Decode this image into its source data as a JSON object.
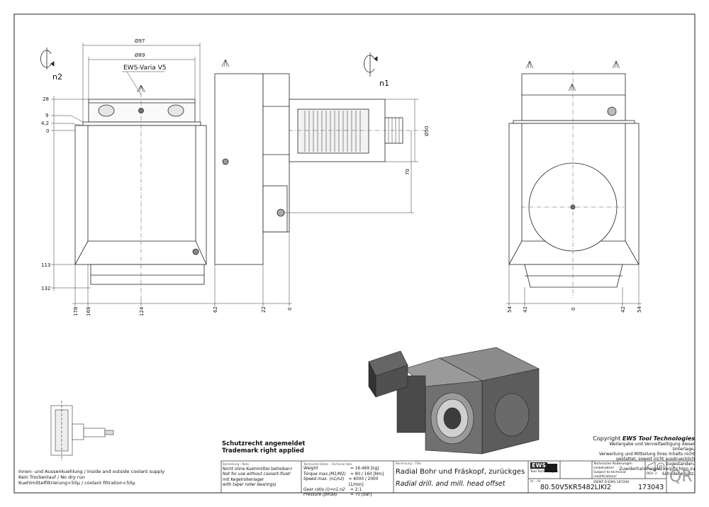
{
  "views": {
    "left_rotation_label": "n2",
    "right_rotation_label": "n1",
    "varia_label": "EWS-Varia V5"
  },
  "dims": {
    "dia97": "Ø97",
    "dia89": "Ø89",
    "dia50": "Ø50",
    "d70": "70",
    "left_v": [
      "28",
      "9",
      "4,2",
      "0",
      "113",
      "132"
    ],
    "bottom_left": [
      "178",
      "169",
      "124",
      "62",
      "22",
      "0"
    ],
    "bottom_right": [
      "54",
      "42",
      "0",
      "42",
      "54"
    ]
  },
  "notes": {
    "coolant": [
      "Innen- und Aussenkuehlung / Inside and outside coolant supply",
      "Kein Trockenlauf / No dry run",
      "Kuehlmittelfiltrierung<50µ / coolant filtration<50µ"
    ],
    "protection_de": "Schutzrecht angemeldet",
    "protection_en": "Trademark right applied"
  },
  "copyright": {
    "title_prefix": "Copyright ",
    "title_brand": "EWS Tool Technologies",
    "lines": [
      "Weitergabe und Vervielfaeltigung dieser Unterlage,",
      "Verwertung und Mitteilung ihres Inhalts nicht",
      "gestattet, soweit nicht ausdruecklich zugestanden.",
      "Zuwiderhandlungen verpflichten zu Schadenersatz."
    ]
  },
  "titleblock": {
    "remark_head": "Bemerkung – Note",
    "remarks": [
      "Nicht ohne Kuehlmittel betreiben!",
      "Not for use without coolant-fluid!",
      "mit Kegelrollenlager",
      "with taper roller bearings)"
    ],
    "tech_head": "Technische Daten – Technical data",
    "tech": [
      {
        "label": "Weight",
        "value": "= 16.469 [kg]"
      },
      {
        "label": "Torque max.(M1/M2)",
        "value": "= 80 / 160 [Nm]"
      },
      {
        "label": "Speed max. (n1/n2)",
        "value": "= 4000 / 2000 [1/min]"
      },
      {
        "label": "Gear ratio  (i)=n1:n2",
        "value": "= 2:1"
      },
      {
        "label": "Pressure    (pmax)",
        "value": "= 70 [bar]"
      }
    ],
    "desc_head": "Benennung – Title",
    "desc_de": "Radial Bohr und Fräskopf, zurückges",
    "desc_en": "Radial drill. and mill. head offset",
    "logo": "EWS",
    "logo_sub": "Tool Technologies",
    "change_notice": "Technische Änderungen vorbehalten!",
    "change_notice_en": "Subject to technical modifications!",
    "ident": "IDENT  D-EWS-197200",
    "rev": "REV  -/-",
    "no_head": "Nr. – Nr.",
    "part_no": "80.50V5KR5482LIKI2",
    "mass": "173043",
    "qr": "QR"
  }
}
